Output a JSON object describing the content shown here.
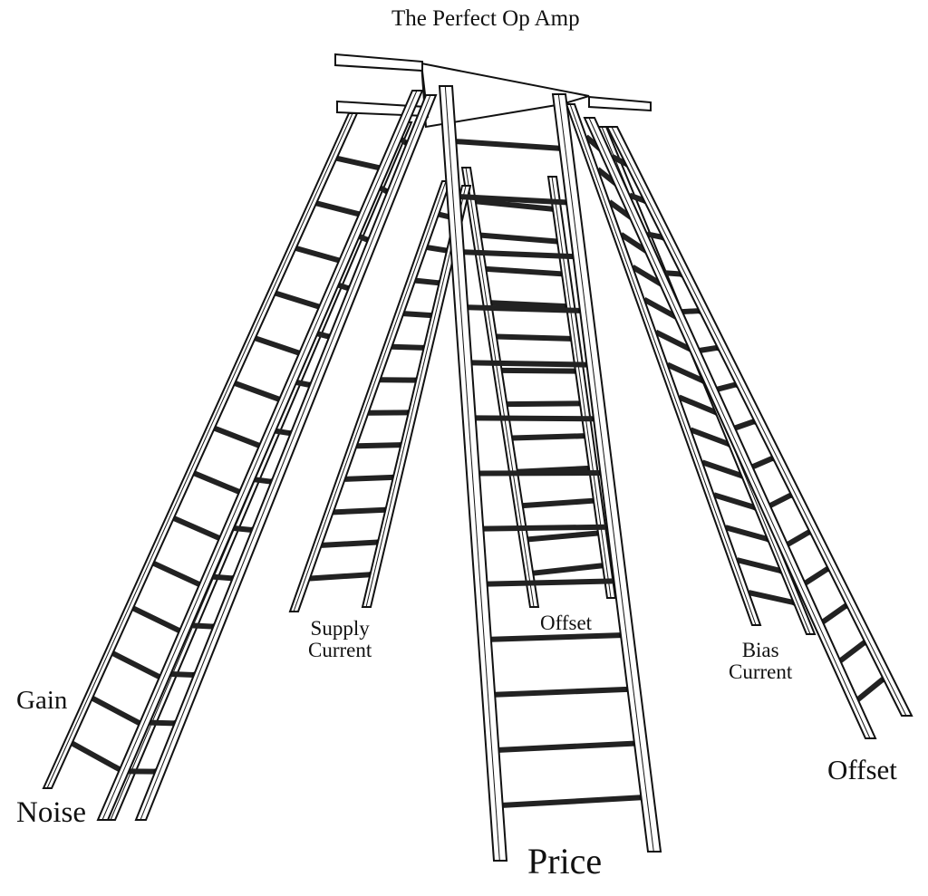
{
  "diagram": {
    "title": "The Perfect Op Amp",
    "labels": {
      "gain": "Gain",
      "noise": "Noise",
      "supply_current_line1": "Supply",
      "supply_current_line2": "Current",
      "offset_center": "Offset",
      "bias_current_line1": "Bias",
      "bias_current_line2": "Current",
      "offset_right": "Offset",
      "price": "Price"
    },
    "ladders": [
      {
        "name": "gain",
        "rungs": 14
      },
      {
        "name": "noise",
        "rungs": 14
      },
      {
        "name": "supply-current",
        "rungs": 12
      },
      {
        "name": "price",
        "rungs": 13
      },
      {
        "name": "offset-center",
        "rungs": 12
      },
      {
        "name": "bias-current",
        "rungs": 15
      },
      {
        "name": "offset-right",
        "rungs": 15
      }
    ],
    "colors": {
      "line": "#111111",
      "rung": "#222222",
      "background": "#ffffff"
    }
  }
}
